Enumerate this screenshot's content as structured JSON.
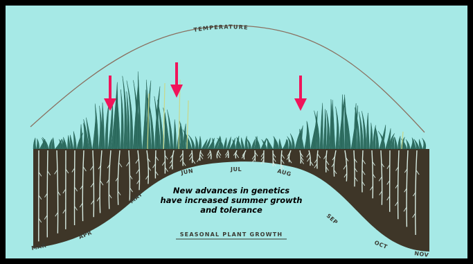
{
  "labels": {
    "temperature": "TEMPERATURE",
    "caption": "SEASONAL PLANT GROWTH"
  },
  "months": [
    "MAR",
    "APR",
    "MAY",
    "JUN",
    "JUL",
    "AUG",
    "SEP",
    "OCT",
    "NOV"
  ],
  "note": {
    "line1": "New advances in genetics",
    "line2": "have increased summer growth",
    "line3": "and tolerance"
  },
  "colors": {
    "background": "#a6e9e6",
    "soil": "#3e3628",
    "grass": "#2f6f62",
    "roots": "#d8ede4",
    "arrow": "#f0145a",
    "curve": "#8a7060"
  },
  "arrows": [
    "arrow-spring-peak",
    "arrow-early-summer",
    "arrow-fall-peak"
  ]
}
